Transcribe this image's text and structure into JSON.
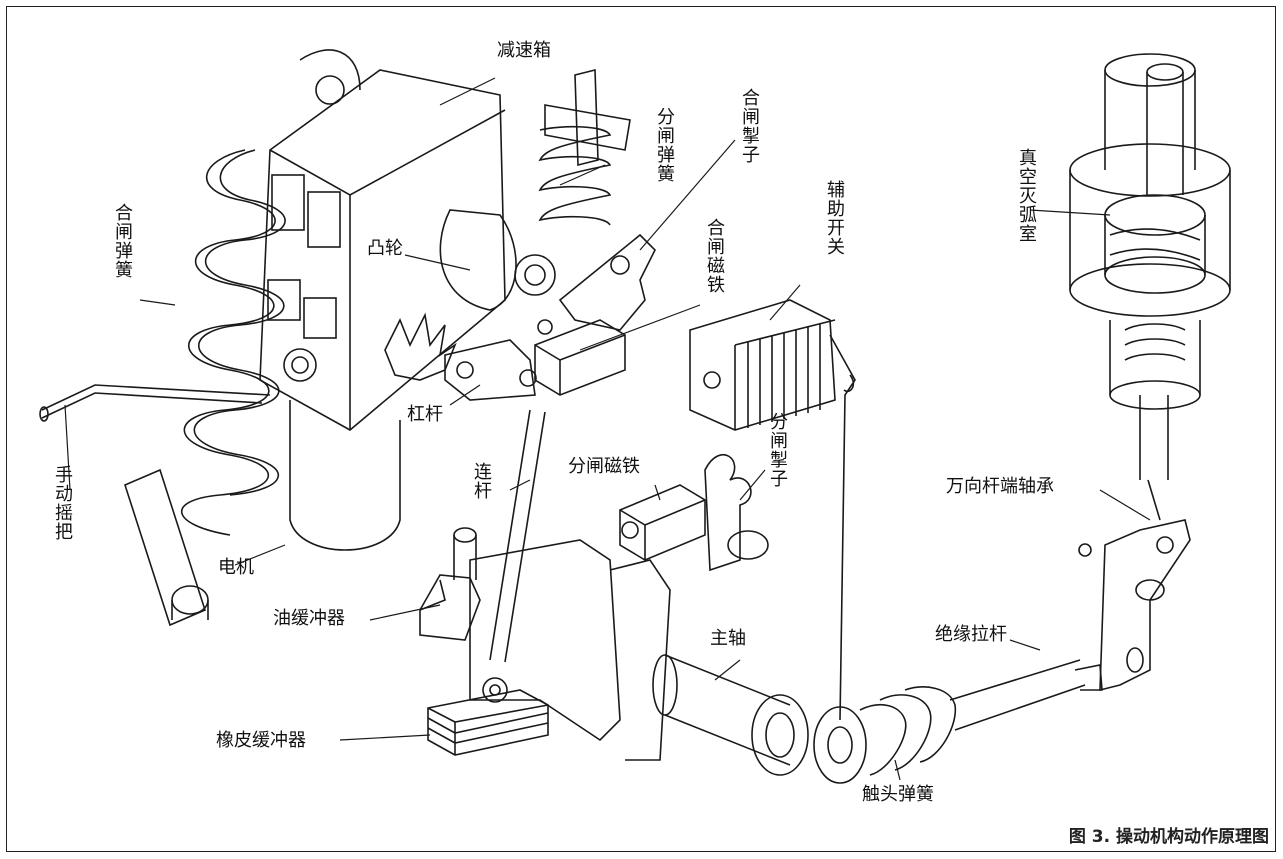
{
  "labels": {
    "reduction_box": "减速箱",
    "opening_spring_top": "分闸弹簧",
    "closing_latch_top": "合闸掣子",
    "closing_spring_left": "合闸弹簧",
    "cam": "凸轮",
    "closing_magnet": "合闸磁铁",
    "aux_switch": "辅助开关",
    "vacuum_interrupter": "真空灭弧室",
    "lever": "杠杆",
    "hand_crank": "手动摇把",
    "link_rod": "连杆",
    "opening_magnet": "分闸磁铁",
    "opening_latch": "分闸掣子",
    "universal_joint_bearing": "万向杆端轴承",
    "motor": "电机",
    "oil_buffer": "油缓冲器",
    "main_shaft": "主轴",
    "insulating_rod": "绝缘拉杆",
    "rubber_buffer": "橡皮缓冲器",
    "contact_spring": "触头弹簧"
  },
  "caption": "图 3. 操动机构动作原理图"
}
